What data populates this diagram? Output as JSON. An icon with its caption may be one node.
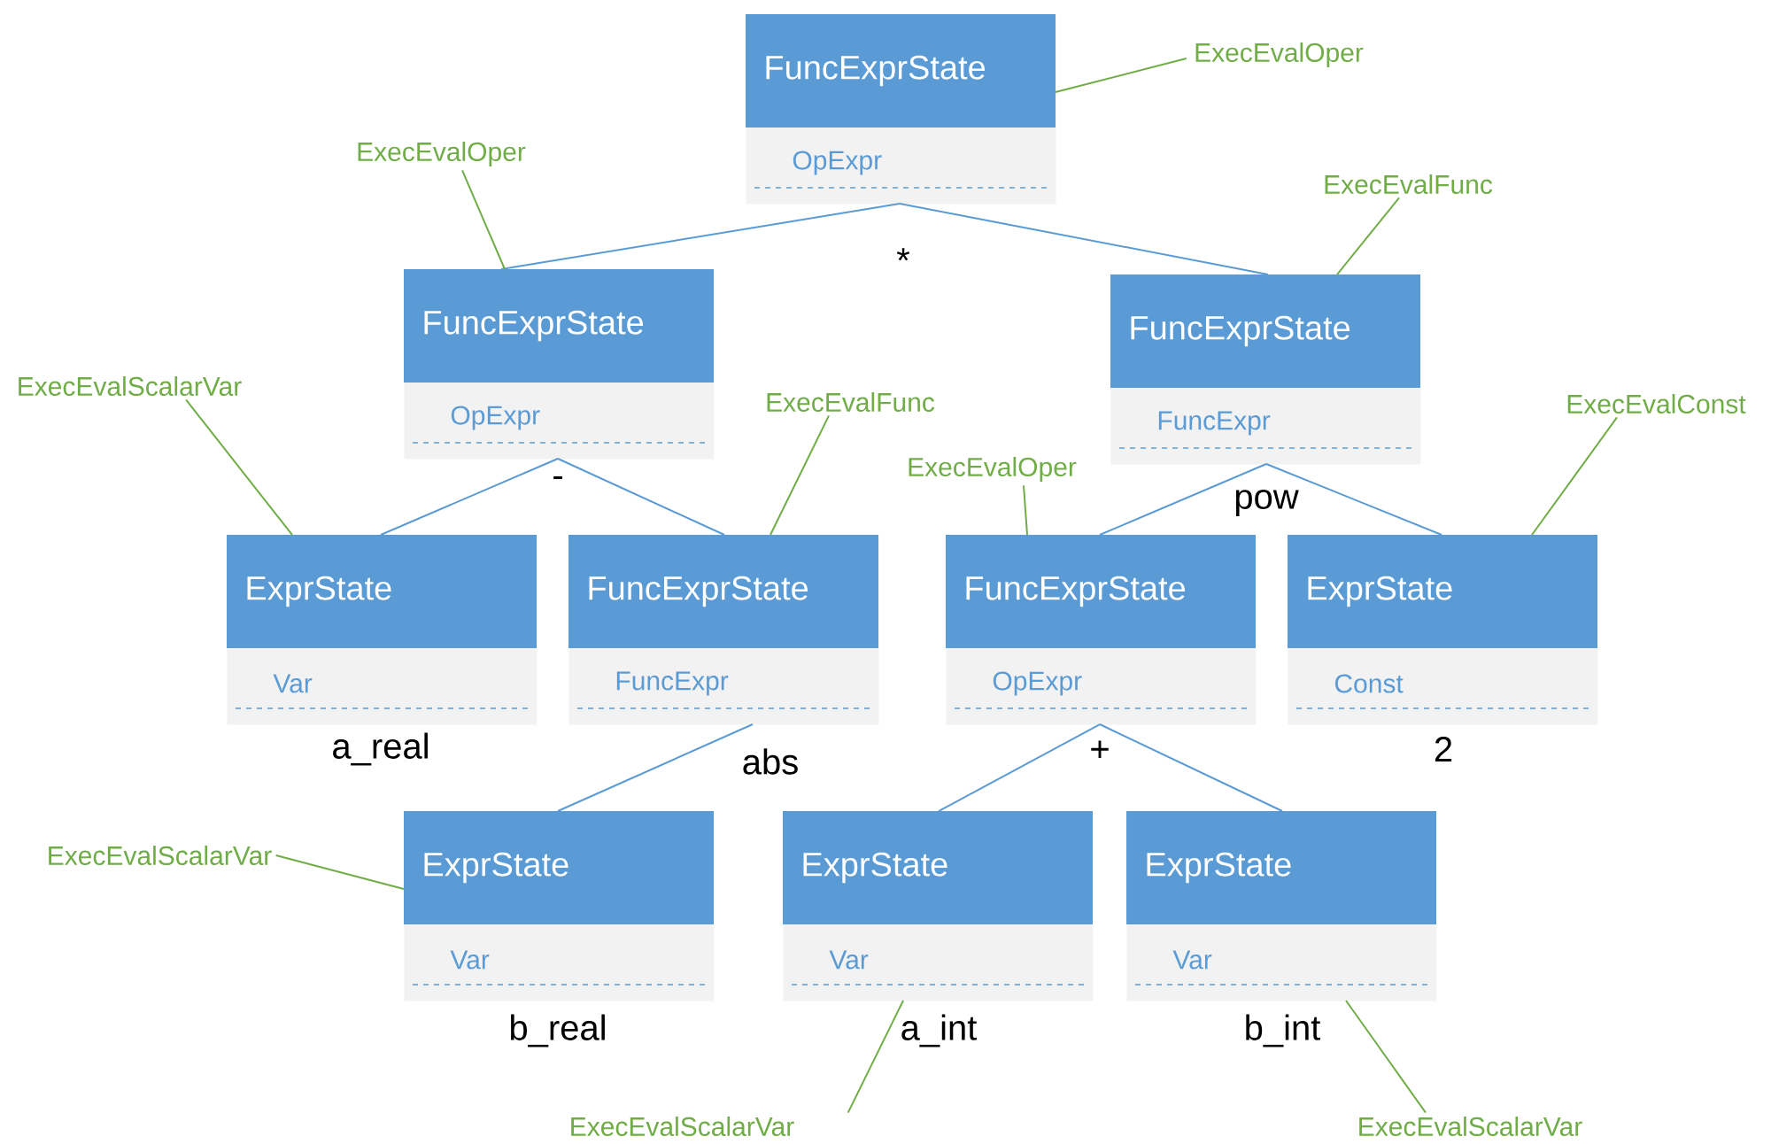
{
  "diagram": {
    "nodes": [
      {
        "text": [
          "FuncExprState",
          "OpExpr"
        ],
        "beside": [
          "*"
        ]
      },
      {
        "text": [
          "FuncExprState",
          "OpExpr"
        ],
        "beside": [
          "-"
        ]
      },
      {
        "text": [
          "FuncExprState",
          "FuncExpr"
        ],
        "beside": [
          "pow"
        ]
      },
      {
        "text": [
          "ExprState",
          "Var"
        ],
        "beside": [
          "a_real"
        ]
      },
      {
        "text": [
          "FuncExprState",
          "FuncExpr"
        ],
        "beside": [
          "abs"
        ]
      },
      {
        "text": [
          "FuncExprState",
          "OpExpr"
        ],
        "beside": [
          "+"
        ]
      },
      {
        "text": [
          "ExprState",
          "Const"
        ],
        "beside": [
          "2"
        ]
      },
      {
        "text": [
          "ExprState",
          "Var"
        ],
        "beside": [
          "b_real"
        ]
      },
      {
        "text": [
          "ExprState",
          "Var"
        ],
        "beside": [
          "a_int"
        ]
      },
      {
        "text": [
          "ExprState",
          "Var"
        ],
        "beside": [
          "b_int"
        ]
      },
      {
        "text": [
          "ExecEvalOper"
        ]
      },
      {
        "text": [
          "ExecEvalOper"
        ]
      },
      {
        "text": [
          "ExecEvalFunc"
        ]
      },
      {
        "text": [
          "ExecEvalScalarVar"
        ]
      },
      {
        "text": [
          "ExecEvalFunc"
        ]
      },
      {
        "text": [
          "ExecEvalConst"
        ]
      },
      {
        "text": [
          "ExecEvalOper"
        ]
      },
      {
        "text": [
          "ExecEvalScalarVar"
        ]
      },
      {
        "text": [
          "ExecEvalScalarVar"
        ]
      },
      {
        "text": [
          "ExecEvalScalarVar"
        ]
      }
    ],
    "edges": [
      {
        "from": 0,
        "to": 1,
        "arrow": "none",
        "color": "#5b9bd5"
      },
      {
        "from": 0,
        "to": 2,
        "arrow": "none",
        "color": "#5b9bd5"
      },
      {
        "from": 1,
        "to": 3,
        "arrow": "none",
        "color": "#5b9bd5"
      },
      {
        "from": 1,
        "to": 4,
        "arrow": "none",
        "color": "#5b9bd5"
      },
      {
        "from": 2,
        "to": 5,
        "arrow": "none",
        "color": "#5b9bd5"
      },
      {
        "from": 2,
        "to": 6,
        "arrow": "none",
        "color": "#5b9bd5"
      },
      {
        "from": 4,
        "to": 7,
        "arrow": "none",
        "color": "#5b9bd5"
      },
      {
        "from": 5,
        "to": 8,
        "arrow": "none",
        "color": "#5b9bd5"
      },
      {
        "from": 5,
        "to": 9,
        "arrow": "none",
        "color": "#5b9bd5"
      },
      {
        "from": 10,
        "to": 0,
        "arrow": "none",
        "color": "#70ad47"
      },
      {
        "from": 11,
        "to": 1,
        "arrow": "none",
        "color": "#70ad47"
      },
      {
        "from": 12,
        "to": 2,
        "arrow": "none",
        "color": "#70ad47"
      },
      {
        "from": 13,
        "to": 3,
        "arrow": "none",
        "color": "#70ad47"
      },
      {
        "from": 14,
        "to": 4,
        "arrow": "none",
        "color": "#70ad47"
      },
      {
        "from": 15,
        "to": 6,
        "arrow": "none",
        "color": "#70ad47"
      },
      {
        "from": 16,
        "to": 5,
        "arrow": "none",
        "color": "#70ad47"
      },
      {
        "from": 17,
        "to": 7,
        "arrow": "none",
        "color": "#70ad47"
      },
      {
        "from": 18,
        "to": 8,
        "arrow": "none",
        "color": "#70ad47"
      },
      {
        "from": 19,
        "to": 9,
        "arrow": "none",
        "color": "#70ad47"
      }
    ]
  }
}
